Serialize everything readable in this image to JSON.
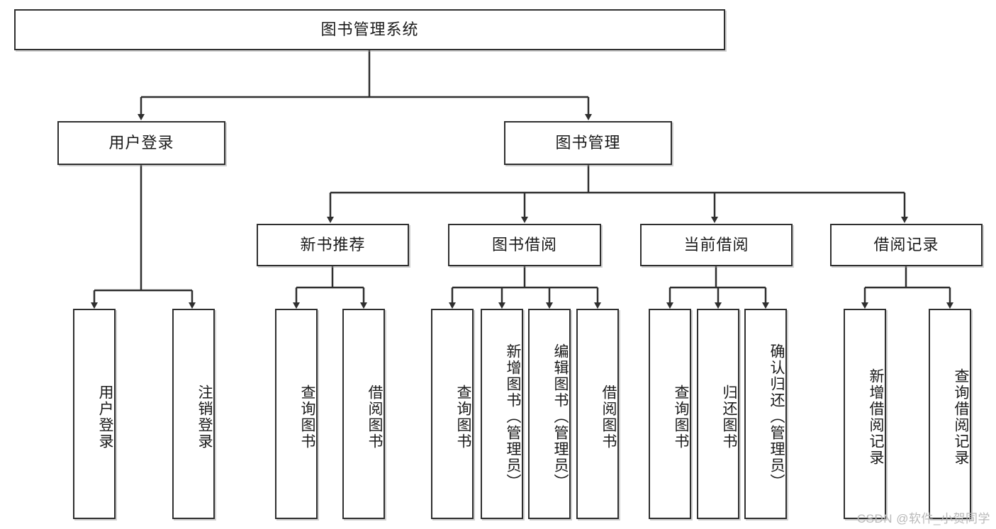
{
  "diagram": {
    "title": "图书管理系统",
    "watermark": "CSDN @软件_小贺同学",
    "levels": {
      "root": "图书管理系统",
      "level2": [
        "用户登录",
        "图书管理"
      ],
      "level3": [
        "新书推荐",
        "图书借阅",
        "当前借阅",
        "借阅记录"
      ]
    },
    "nodes": {
      "root": "图书管理系统",
      "user_login": "用户登录",
      "book_manage": "图书管理",
      "new_book_rec": "新书推荐",
      "book_borrow": "图书借阅",
      "current_borrow": "当前借阅",
      "borrow_record": "借阅记录",
      "leaf_user_login": "用户登录",
      "leaf_logout": "注销登录",
      "leaf_query_book_1": "查询图书",
      "leaf_borrow_book_1": "借阅图书",
      "leaf_query_book_2": "查询图书",
      "leaf_add_book": "新增图书（管理员）",
      "leaf_edit_book": "编辑图书（管理员）",
      "leaf_borrow_book_2": "借阅图书",
      "leaf_query_book_3": "查询图书",
      "leaf_return_book": "归还图书",
      "leaf_confirm_return": "确认归还（管理员）",
      "leaf_add_record": "新增借阅记录",
      "leaf_query_record": "查询借阅记录"
    },
    "colors": {
      "stroke": "#2f2f2f",
      "fill": "#ffffff",
      "text": "#1a1a1a",
      "watermark": "#b9b9b9"
    }
  }
}
